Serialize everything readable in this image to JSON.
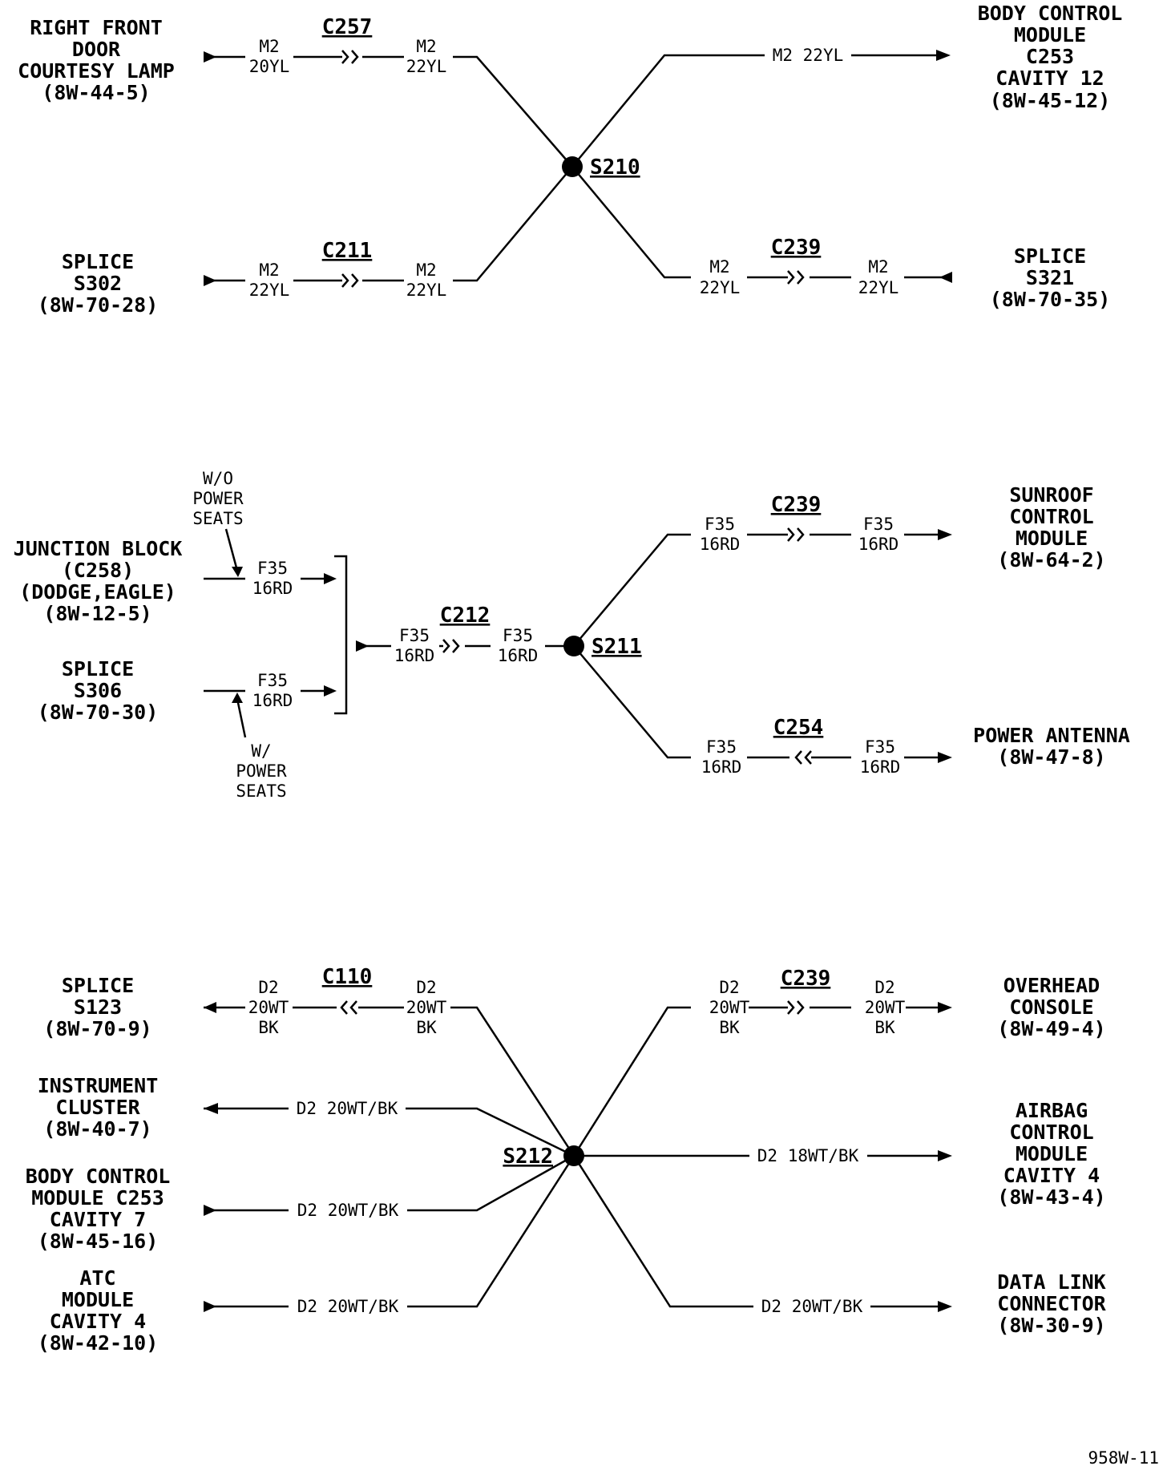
{
  "figure_id": "958W-11",
  "sections": {
    "s210": {
      "splice": "S210",
      "components": {
        "rf_door": [
          "RIGHT FRONT",
          "DOOR",
          "COURTESY LAMP",
          "(8W-44-5)"
        ],
        "s302": [
          "SPLICE",
          "S302",
          "(8W-70-28)"
        ],
        "bcm": [
          "BODY CONTROL",
          "MODULE",
          "C253",
          "CAVITY 12",
          "(8W-45-12)"
        ],
        "s321": [
          "SPLICE",
          "S321",
          "(8W-70-35)"
        ]
      },
      "connectors": {
        "c257": "C257",
        "c211": "C211",
        "c239": "C239"
      },
      "wires": {
        "w1a": [
          "M2",
          "20YL"
        ],
        "w1b": [
          "M2",
          "22YL"
        ],
        "w2a": [
          "M2",
          "22YL"
        ],
        "w2b": [
          "M2",
          "22YL"
        ],
        "w3": "M2 22YL",
        "w4a": [
          "M2",
          "22YL"
        ],
        "w4b": [
          "M2",
          "22YL"
        ]
      }
    },
    "s211": {
      "splice": "S211",
      "components": {
        "jb": [
          "JUNCTION BLOCK",
          "(C258)",
          "(DODGE,EAGLE)",
          "(8W-12-5)"
        ],
        "s306": [
          "SPLICE",
          "S306",
          "(8W-70-30)"
        ],
        "sunroof": [
          "SUNROOF",
          "CONTROL",
          "MODULE",
          "(8W-64-2)"
        ],
        "antenna": [
          "POWER ANTENNA",
          "(8W-47-8)"
        ]
      },
      "notes": {
        "wo_power": [
          "W/O",
          "POWER",
          "SEATS"
        ],
        "w_power": [
          "W/",
          "POWER",
          "SEATS"
        ]
      },
      "connectors": {
        "c212": "C212",
        "c239": "C239",
        "c254": "C254"
      },
      "wires": {
        "jb": [
          "F35",
          "16RD"
        ],
        "s306": [
          "F35",
          "16RD"
        ],
        "c212a": [
          "F35",
          "16RD"
        ],
        "c212b": [
          "F35",
          "16RD"
        ],
        "sun_a": [
          "F35",
          "16RD"
        ],
        "sun_b": [
          "F35",
          "16RD"
        ],
        "ant_a": [
          "F35",
          "16RD"
        ],
        "ant_b": [
          "F35",
          "16RD"
        ]
      }
    },
    "s212": {
      "splice": "S212",
      "components": {
        "s123": [
          "SPLICE",
          "S123",
          "(8W-70-9)"
        ],
        "cluster": [
          "INSTRUMENT",
          "CLUSTER",
          "(8W-40-7)"
        ],
        "bcm7": [
          "BODY CONTROL",
          "MODULE C253",
          "CAVITY 7",
          "(8W-45-16)"
        ],
        "atc": [
          "ATC",
          "MODULE",
          "CAVITY 4",
          "(8W-42-10)"
        ],
        "overhead": [
          "OVERHEAD",
          "CONSOLE",
          "(8W-49-4)"
        ],
        "airbag": [
          "AIRBAG",
          "CONTROL",
          "MODULE",
          "CAVITY 4",
          "(8W-43-4)"
        ],
        "dlc": [
          "DATA LINK",
          "CONNECTOR",
          "(8W-30-9)"
        ]
      },
      "connectors": {
        "c110": "C110",
        "c239": "C239"
      },
      "wires": {
        "s123a": [
          "D2",
          "20WT",
          "BK"
        ],
        "s123b": [
          "D2",
          "20WT",
          "BK"
        ],
        "ovh_a": [
          "D2",
          "20WT",
          "BK"
        ],
        "ovh_b": [
          "D2",
          "20WT",
          "BK"
        ],
        "cluster": "D2 20WT/BK",
        "bcm7": "D2 20WT/BK",
        "atc": "D2 20WT/BK",
        "airbag": "D2 18WT/BK",
        "dlc": "D2 20WT/BK"
      }
    }
  }
}
